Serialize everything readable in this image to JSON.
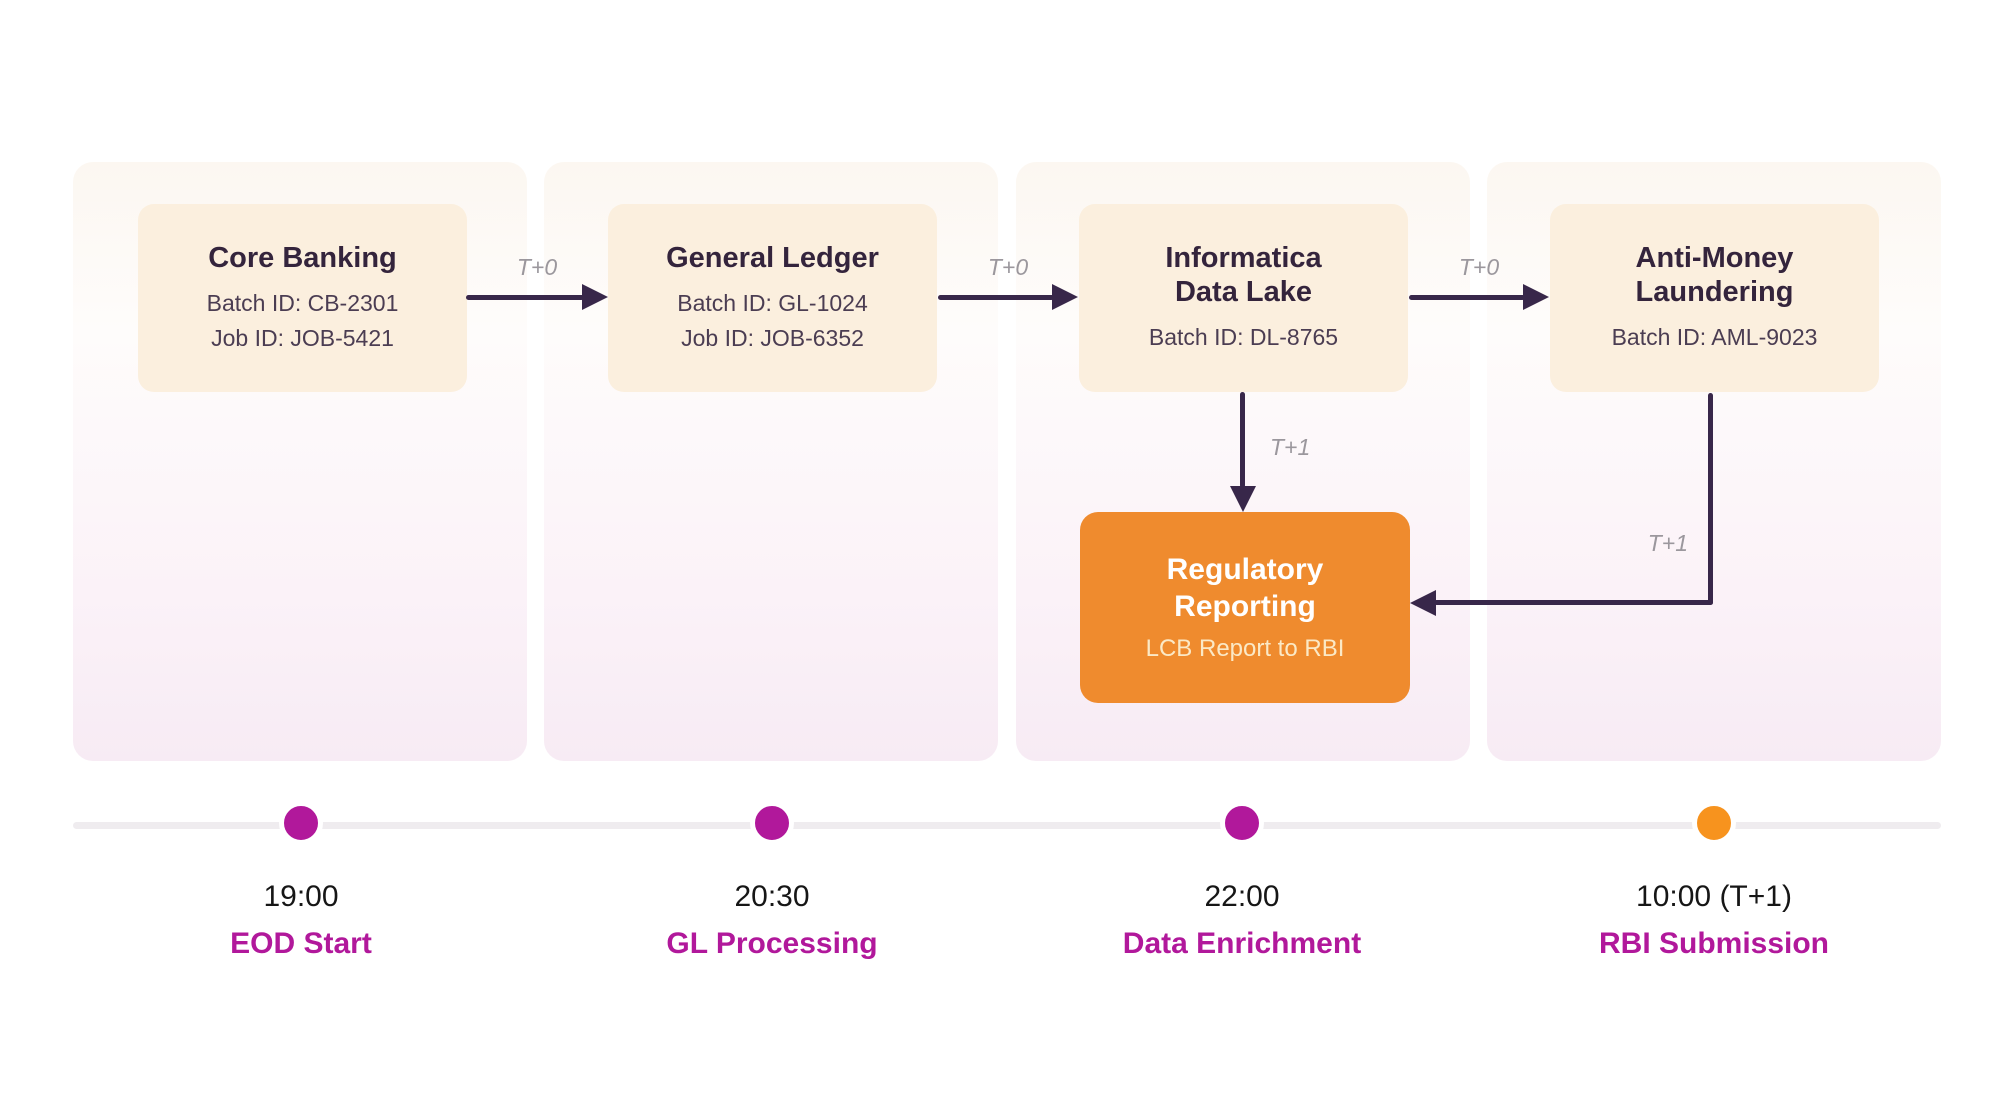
{
  "colors": {
    "node_bg": "#FBEFDE",
    "node_title": "#34243C",
    "node_text": "#4B3D52",
    "arrow": "#38274A",
    "edge_label": "#9B979D",
    "highlight_bg": "#EF8B2E",
    "highlight_title": "#FFFFFF",
    "highlight_subtitle": "#FBE9C6",
    "magenta": "#B1189B",
    "dot_orange": "#F7931E",
    "time_text": "#161616",
    "track": "#EFECEF",
    "column_top": "#FCF7F1",
    "column_bottom": "#F7EBF4"
  },
  "nodes": [
    {
      "title": "Core Banking",
      "lines": [
        "Batch ID: CB-2301",
        "Job ID: JOB-5421"
      ]
    },
    {
      "title": "General Ledger",
      "lines": [
        "Batch ID: GL-1024",
        "Job ID: JOB-6352"
      ]
    },
    {
      "title": "Informatica\nData Lake",
      "lines": [
        "Batch ID: DL-8765"
      ]
    },
    {
      "title": "Anti-Money\nLaundering",
      "lines": [
        "Batch ID: AML-9023"
      ]
    }
  ],
  "highlight_node": {
    "title": "Regulatory\nReporting",
    "subtitle": "LCB Report to RBI"
  },
  "edges": [
    {
      "from": "Core Banking",
      "to": "General Ledger",
      "label": "T+0"
    },
    {
      "from": "General Ledger",
      "to": "Informatica Data Lake",
      "label": "T+0"
    },
    {
      "from": "Informatica Data Lake",
      "to": "Anti-Money Laundering",
      "label": "T+0"
    },
    {
      "from": "Informatica Data Lake",
      "to": "Regulatory Reporting",
      "label": "T+1"
    },
    {
      "from": "Anti-Money Laundering",
      "to": "Regulatory Reporting",
      "label": "T+1"
    }
  ],
  "timeline": [
    {
      "time": "19:00",
      "label": "EOD Start"
    },
    {
      "time": "20:30",
      "label": "GL Processing"
    },
    {
      "time": "22:00",
      "label": "Data Enrichment"
    },
    {
      "time": "10:00 (T+1)",
      "label": "RBI Submission"
    }
  ]
}
